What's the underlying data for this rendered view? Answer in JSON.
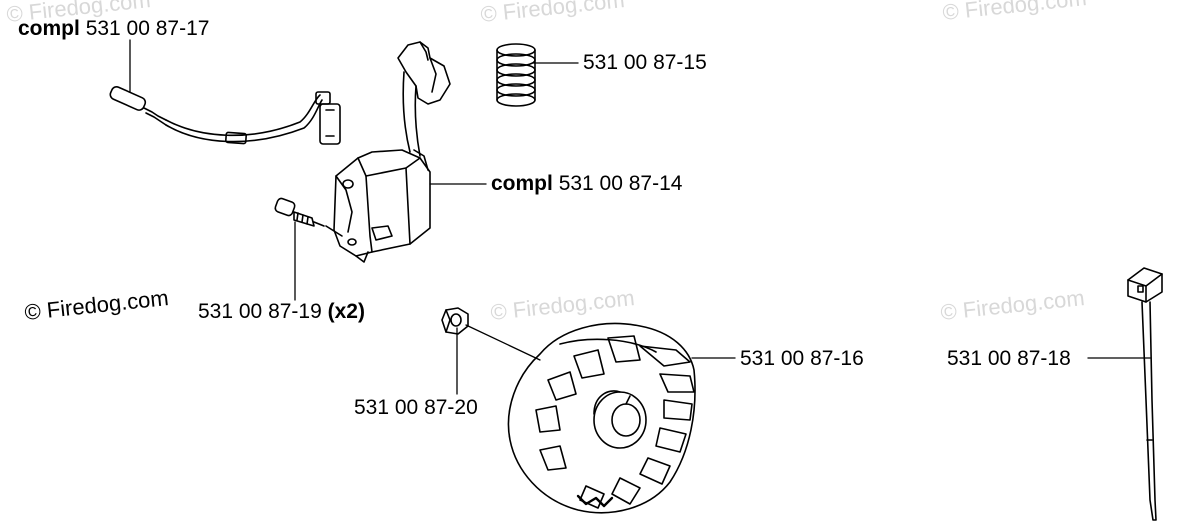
{
  "parts": {
    "p14": {
      "prefix": "compl",
      "number": "531 00 87-14",
      "suffix": ""
    },
    "p15": {
      "prefix": "",
      "number": "531 00 87-15",
      "suffix": ""
    },
    "p16": {
      "prefix": "",
      "number": "531 00 87-16",
      "suffix": ""
    },
    "p17": {
      "prefix": "compl",
      "number": "531 00 87-17",
      "suffix": ""
    },
    "p18": {
      "prefix": "",
      "number": "531 00 87-18",
      "suffix": ""
    },
    "p19": {
      "prefix": "",
      "number": "531 00 87-19",
      "suffix": "(x2)"
    },
    "p20": {
      "prefix": "",
      "number": "531 00 87-20",
      "suffix": ""
    }
  },
  "watermark": {
    "text": "© Firedog.com"
  }
}
